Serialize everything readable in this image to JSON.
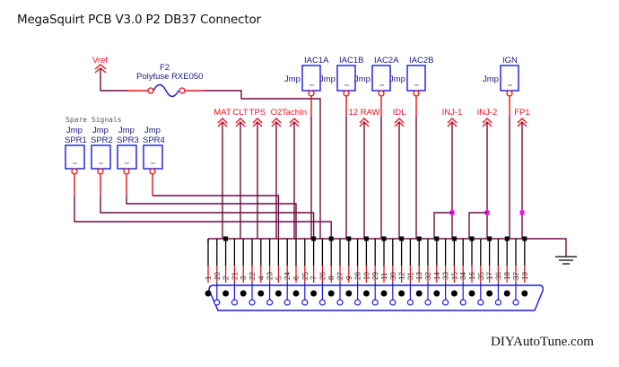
{
  "title": "MegaSquirt PCB V3.0 P2 DB37 Connector",
  "brand": "DIYAutoTune.com",
  "colors": {
    "wire": "#6e0b46",
    "signal": "#e8141c",
    "component": "#1a1ad8",
    "junction": "#000000",
    "junction_alt": "#ff00ff"
  },
  "power": {
    "vref_label": "Vref",
    "fuse_ref": "F2",
    "fuse_value": "Polyfuse RXE050"
  },
  "spare_signals": {
    "heading": "Spare Signals",
    "jumpers": [
      {
        "type": "Jmp",
        "name": "SPR1"
      },
      {
        "type": "Jmp",
        "name": "SPR2"
      },
      {
        "type": "Jmp",
        "name": "SPR3"
      },
      {
        "type": "Jmp",
        "name": "SPR4"
      }
    ]
  },
  "top_jumpers": [
    {
      "type": "Jmp",
      "name": "IAC1A"
    },
    {
      "type": "Jmp",
      "name": "IAC1B"
    },
    {
      "type": "Jmp",
      "name": "IAC2A"
    },
    {
      "type": "Jmp",
      "name": "IAC2B"
    },
    {
      "type": "Jmp",
      "name": "IGN"
    }
  ],
  "signals": [
    "MAT",
    "CLT",
    "TPS",
    "O2",
    "TachIn",
    "12 RAW",
    "IDL",
    "INJ-1",
    "INJ-2",
    "FP1"
  ],
  "connector": {
    "name": "DB37",
    "pin_order": [
      "1",
      "20",
      "2",
      "21",
      "3",
      "22",
      "4",
      "23",
      "5",
      "24",
      "6",
      "25",
      "7",
      "26",
      "8",
      "27",
      "9",
      "28",
      "10",
      "29",
      "11",
      "30",
      "12",
      "31",
      "13",
      "32",
      "14",
      "33",
      "15",
      "34",
      "16",
      "35",
      "17",
      "36",
      "18",
      "37",
      "19"
    ]
  },
  "ground_label": "GND"
}
